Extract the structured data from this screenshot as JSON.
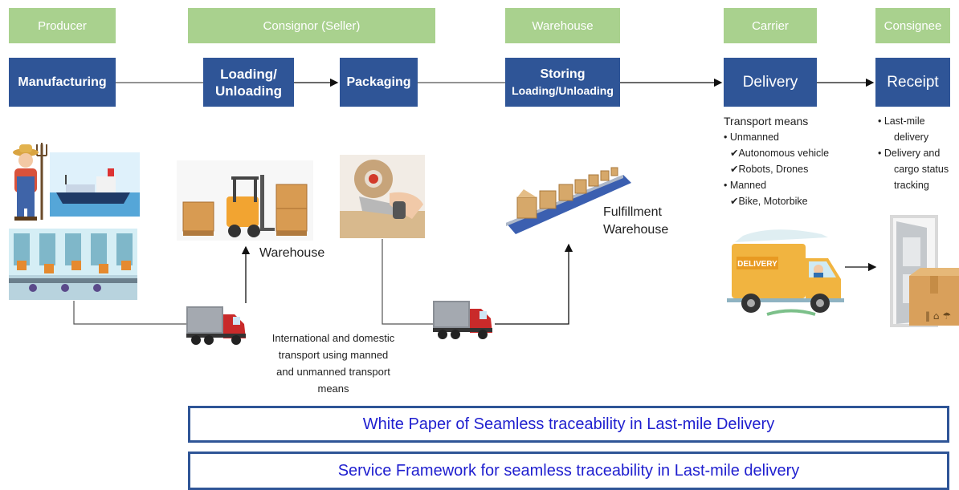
{
  "roles": {
    "producer": "Producer",
    "consignor": "Consignor (Seller)",
    "warehouse": "Warehouse",
    "carrier": "Carrier",
    "consignee": "Consignee"
  },
  "steps": {
    "manufacturing": "Manufacturing",
    "loading_line1": "Loading/",
    "loading_line2": "Unloading",
    "packaging": "Packaging",
    "storing_line1": "Storing",
    "storing_line2": "Loading/Unloading",
    "delivery": "Delivery",
    "receipt": "Receipt"
  },
  "labels": {
    "warehouse": "Warehouse",
    "fulfillment_line1": "Fulfillment",
    "fulfillment_line2": "Warehouse",
    "transport_note": [
      "International and domestic",
      "transport using manned",
      "and unmanned transport",
      "means"
    ]
  },
  "carrier_notes": {
    "heading": "Transport means",
    "items": [
      "•   Unmanned",
      "✔Autonomous vehicle",
      "✔Robots, Drones",
      "•   Manned",
      "✔Bike, Motorbike"
    ]
  },
  "consignee_notes": {
    "items": [
      "•   Last-mile",
      "delivery",
      "•   Delivery and",
      "cargo status",
      "tracking"
    ]
  },
  "truck_text": "DELIVERY",
  "banners": {
    "white_paper": "White Paper of Seamless traceability in Last-mile Delivery",
    "framework": "Service Framework for seamless traceability in Last-mile delivery"
  },
  "colors": {
    "role_green": "#a9d18e",
    "step_blue": "#2f5597",
    "banner_text": "#1f1fcf"
  },
  "icons": [
    "farmer-icon",
    "ship-icon",
    "factory-icon",
    "forklift-icon",
    "tape-dispenser-icon",
    "conveyor-boxes-icon",
    "semi-truck-icon",
    "delivery-van-icon",
    "door-box-icon"
  ]
}
